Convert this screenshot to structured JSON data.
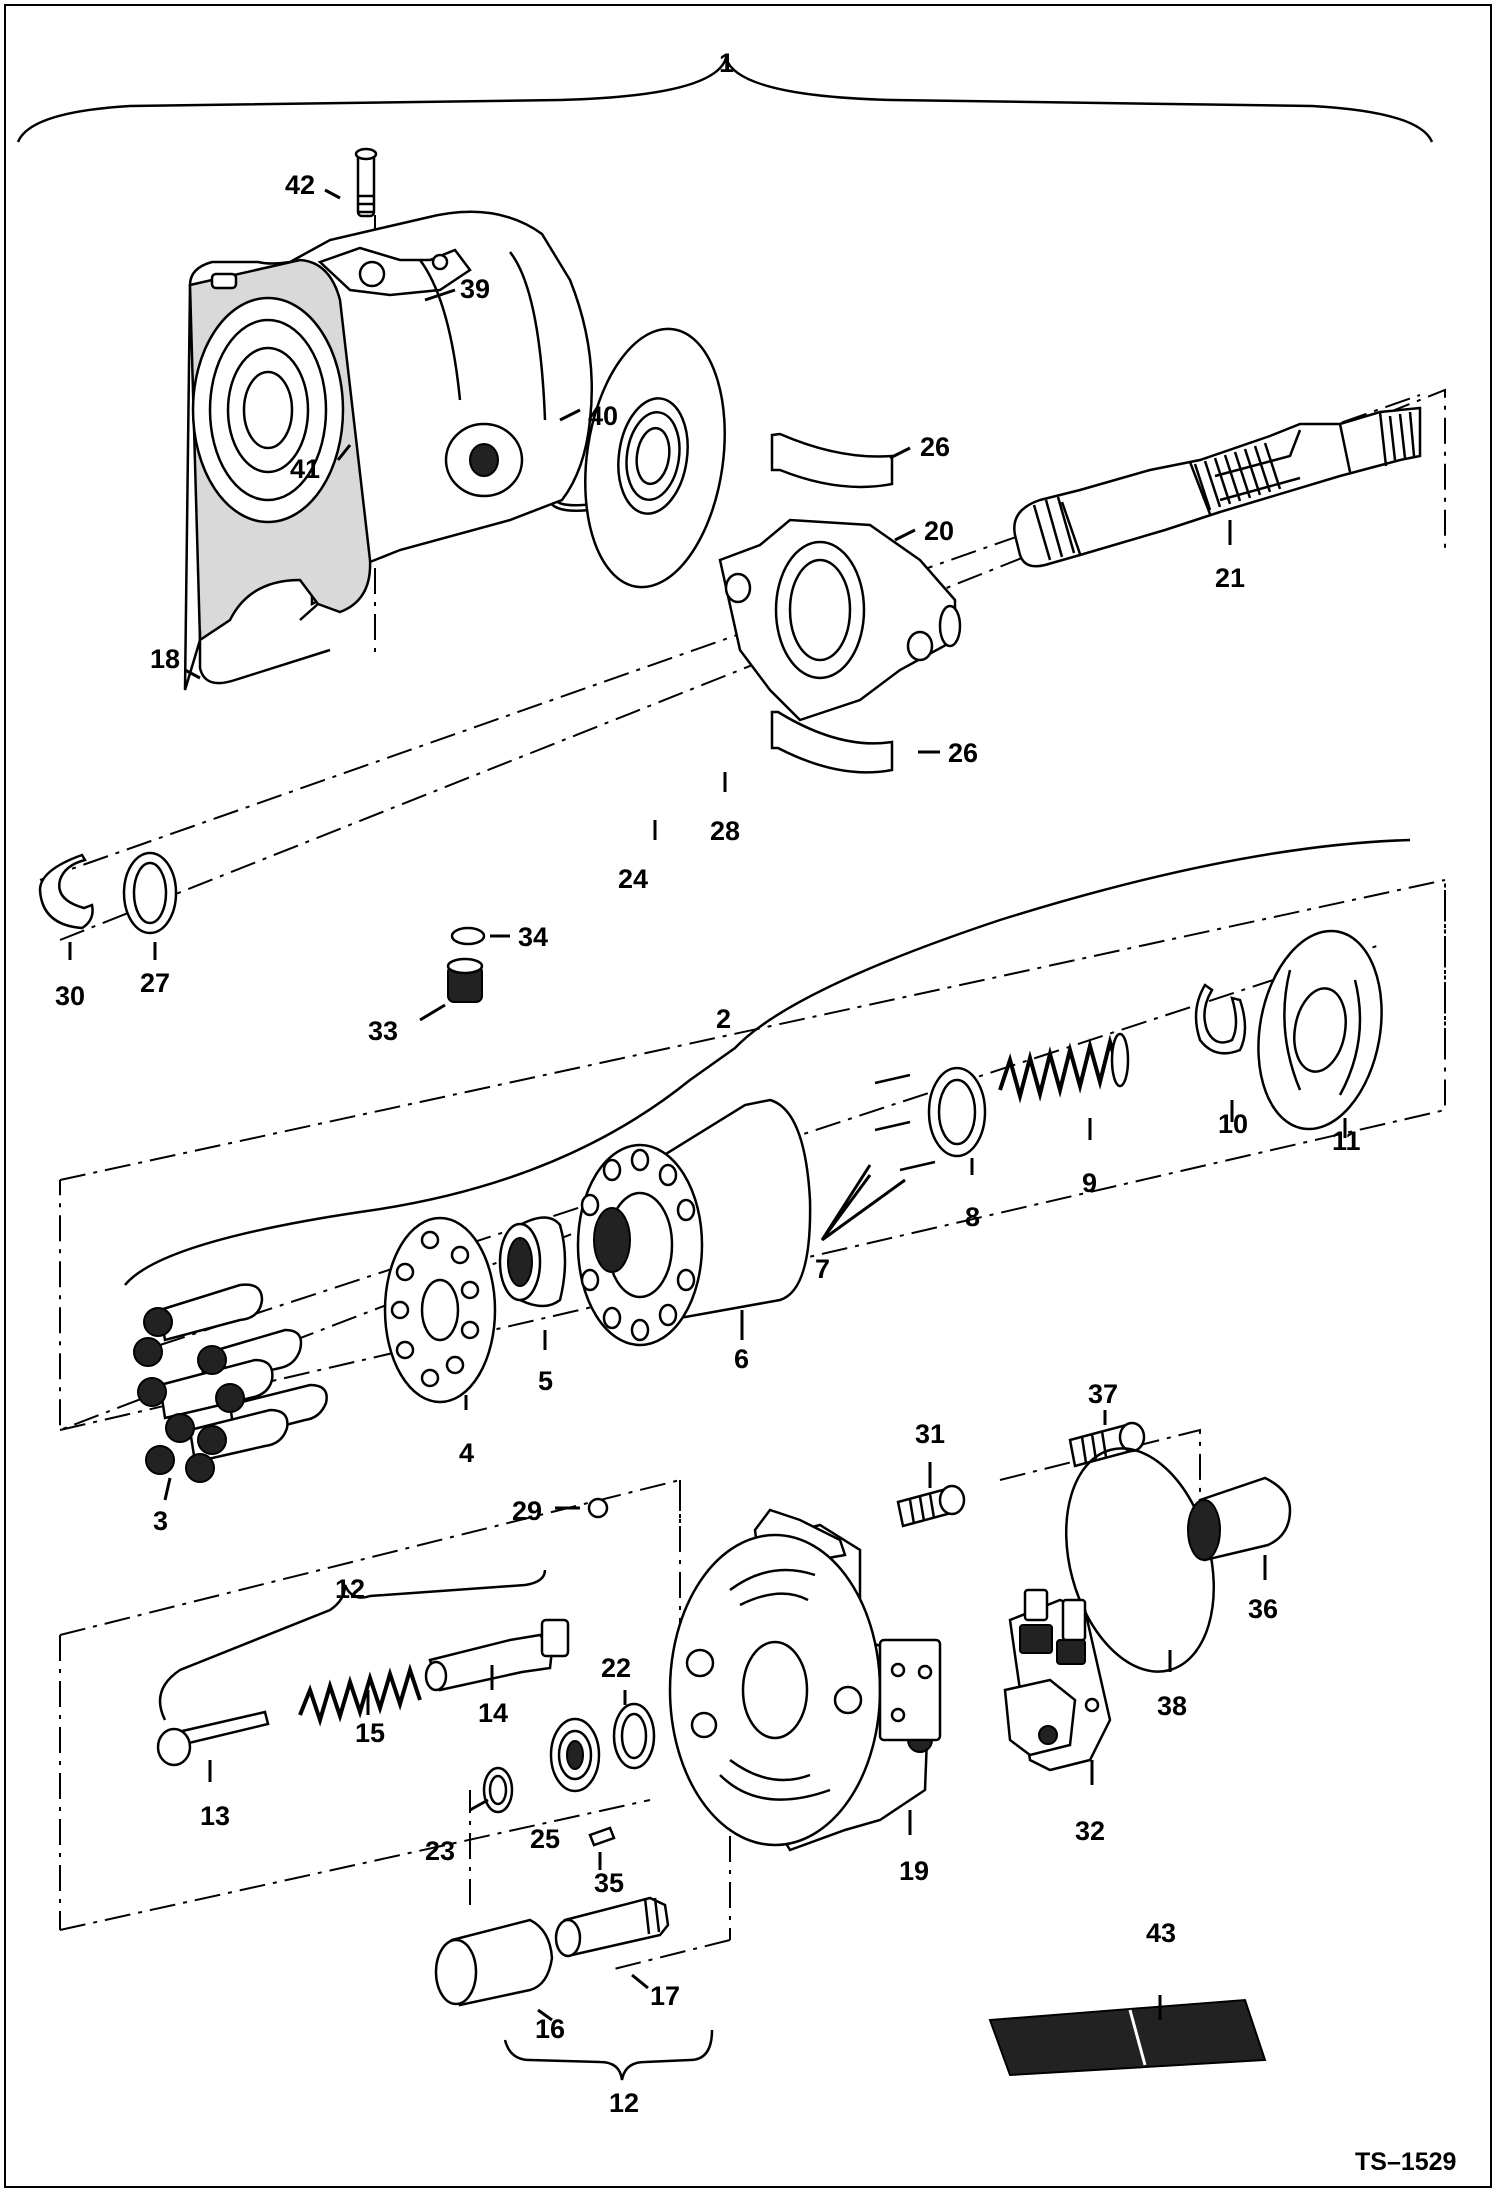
{
  "figure": {
    "reference": "TS–1529",
    "callouts": {
      "c1": "1",
      "c2": "2",
      "c3": "3",
      "c4": "4",
      "c5": "5",
      "c6": "6",
      "c7": "7",
      "c8": "8",
      "c9": "9",
      "c10": "10",
      "c11": "11",
      "c12a": "12",
      "c12b": "12",
      "c13": "13",
      "c14": "14",
      "c15": "15",
      "c16": "16",
      "c17": "17",
      "c18": "18",
      "c19": "19",
      "c20": "20",
      "c21": "21",
      "c22": "22",
      "c23": "23",
      "c24": "24",
      "c25": "25",
      "c26a": "26",
      "c26b": "26",
      "c27": "27",
      "c28": "28",
      "c29": "29",
      "c30": "30",
      "c31": "31",
      "c32": "32",
      "c33": "33",
      "c34": "34",
      "c35": "35",
      "c36": "36",
      "c37": "37",
      "c38": "38",
      "c39": "39",
      "c40": "40",
      "c41": "41",
      "c42": "42",
      "c43": "43"
    }
  }
}
